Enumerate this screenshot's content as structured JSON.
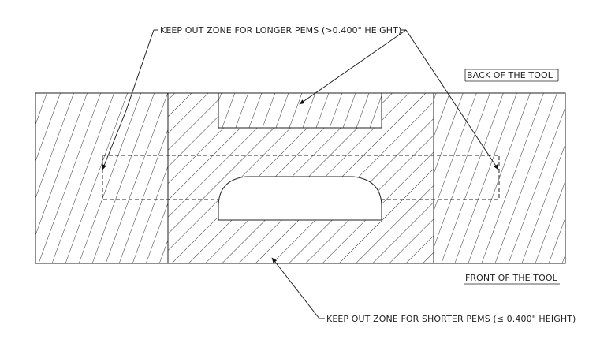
{
  "labels": {
    "longer_pems": "KEEP OUT ZONE FOR LONGER PEMS (>0.400\" HEIGHT)",
    "shorter_pems": "KEEP OUT ZONE FOR SHORTER PEMS (≤ 0.400\" HEIGHT)",
    "back": "BACK OF THE TOOL",
    "front": "FRONT OF THE TOOL"
  }
}
